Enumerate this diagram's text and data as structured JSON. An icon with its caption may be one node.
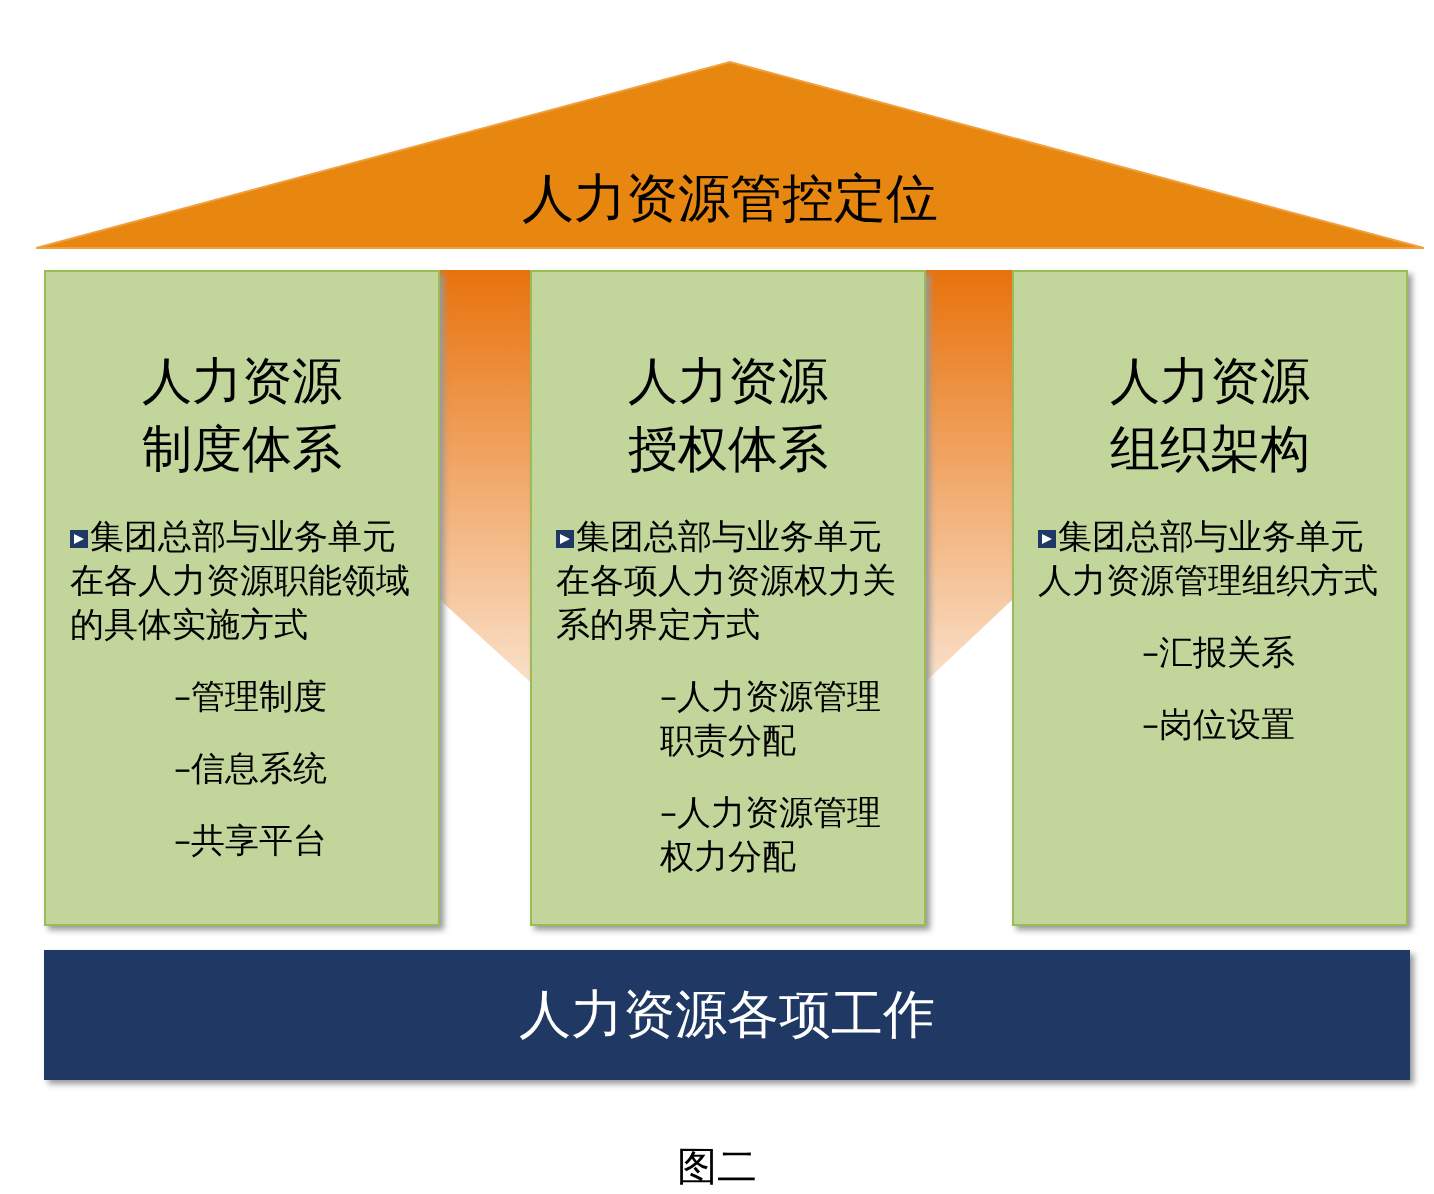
{
  "diagram": {
    "caption": "图二",
    "nodes": [
      {
        "text": [
          "人力资源管控定位"
        ]
      },
      {
        "text": [
          "人力资源制度体系",
          "集团总部与业务单元在各人力资源职能领域的具体实施方式",
          "–管理制度",
          "–信息系统",
          "–共享平台"
        ]
      },
      {
        "text": [
          "人力资源授权体系",
          "集团总部与业务单元在各项人力资源权力关系的界定方式",
          "–人力资源管理职责分配",
          "–人力资源管理权力分配"
        ]
      },
      {
        "text": [
          "人力资源组织架构",
          "集团总部与业务单元人力资源管理组织方式",
          "–汇报关系",
          "–岗位设置"
        ]
      },
      {
        "text": [
          "人力资源各项工作"
        ]
      }
    ],
    "edges": []
  }
}
